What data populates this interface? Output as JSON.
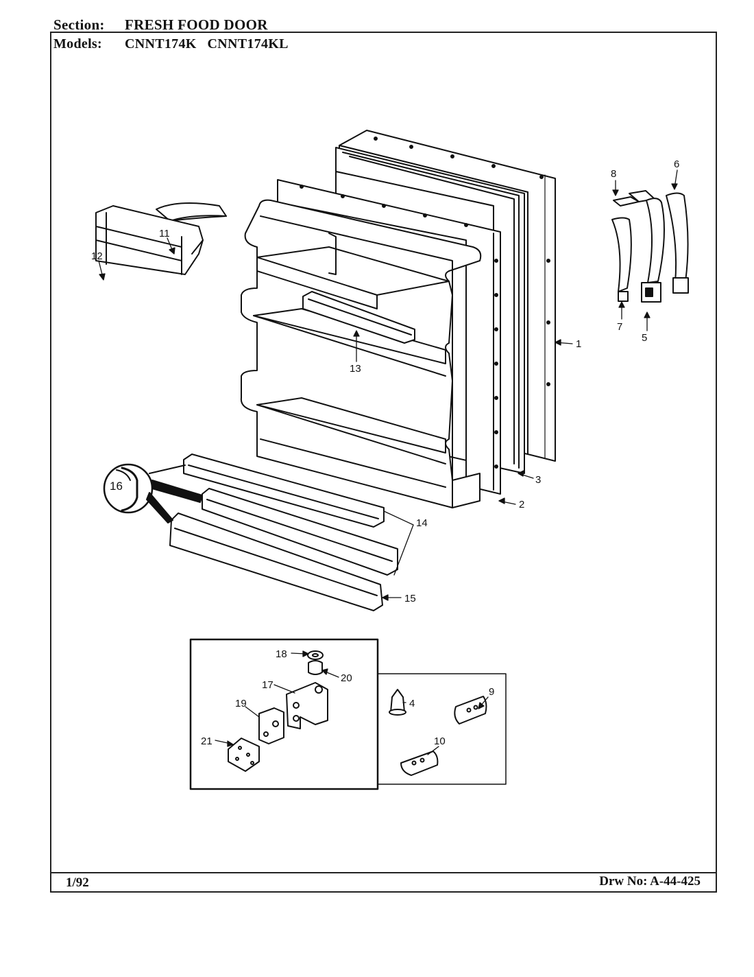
{
  "header": {
    "section_label": "Section:",
    "section_value": "FRESH FOOD DOOR",
    "models_label": "Models:",
    "models_value": "CNNT174K   CNNT174KL"
  },
  "footer": {
    "date": "1/92",
    "drawing_number": "Drw No: A-44-425"
  },
  "callouts": {
    "c1": "1",
    "c2": "2",
    "c3": "3",
    "c4": "4",
    "c5": "5",
    "c6": "6",
    "c7": "7",
    "c8": "8",
    "c9": "9",
    "c10": "10",
    "c11": "11",
    "c12": "12",
    "c13": "13",
    "c14": "14",
    "c15": "15",
    "c16": "16",
    "c17": "17",
    "c18": "18",
    "c19": "19",
    "c20": "20",
    "c21": "21"
  }
}
